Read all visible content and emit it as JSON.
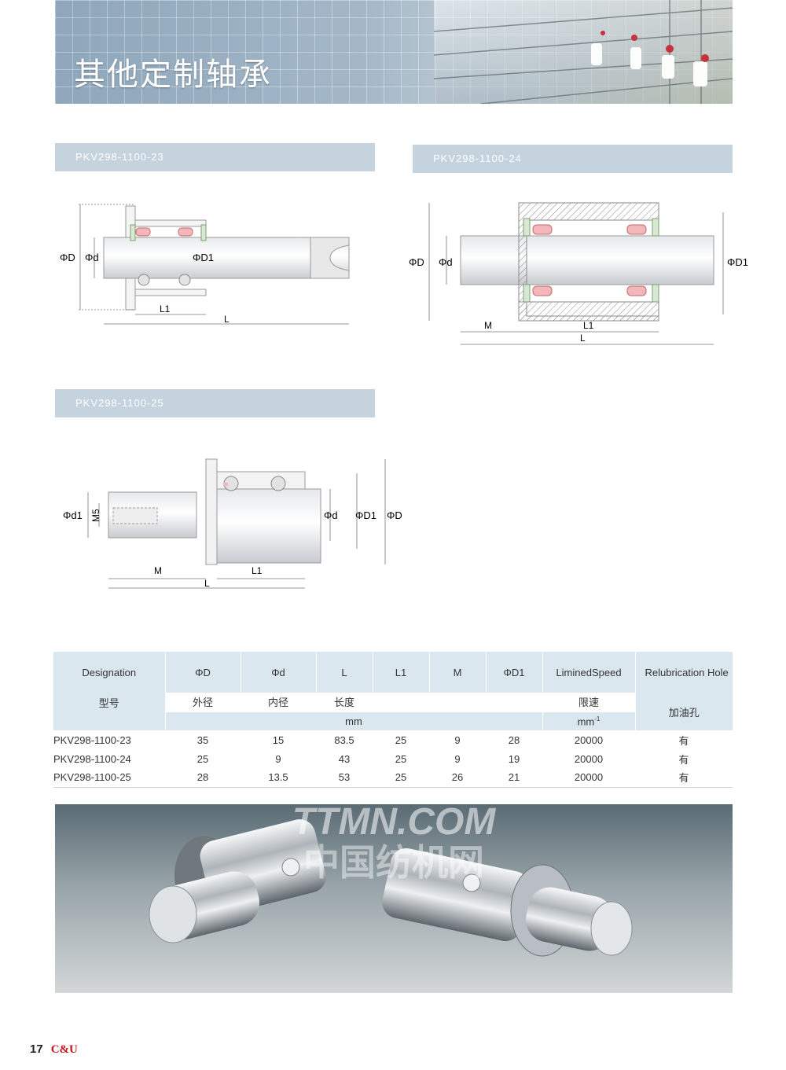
{
  "page": {
    "title": "其他定制轴承",
    "page_number": "17",
    "brand": "C&U",
    "watermark_line1": "TTMN.COM",
    "watermark_line2": "中国纺机网"
  },
  "drawings": [
    {
      "model": "PKV298-1100-23",
      "labels": {
        "D": "ΦD",
        "d": "Φd",
        "D1": "ΦD1",
        "L1": "L1",
        "L": "L"
      }
    },
    {
      "model": "PKV298-1100-24",
      "labels": {
        "D": "ΦD",
        "d": "Φd",
        "D1": "ΦD1",
        "M": "M",
        "L1": "L1",
        "L": "L"
      }
    },
    {
      "model": "PKV298-1100-25",
      "labels": {
        "d1": "Φd1",
        "M5": "M5",
        "d": "Φd",
        "D1": "ΦD1",
        "D": "ΦD",
        "M": "M",
        "L1": "L1",
        "L": "L"
      }
    }
  ],
  "table": {
    "headers": {
      "designation": "Designation",
      "designation_cn": "型号",
      "D": "ΦD",
      "D_cn": "外径",
      "d": "Φd",
      "d_cn": "内径",
      "L": "L",
      "L_cn": "长度",
      "L1": "L1",
      "M": "M",
      "D1": "ΦD1",
      "speed": "LiminedSpeed",
      "speed_cn": "限速",
      "hole": "Relubrication Hole",
      "hole_cn": "加油孔",
      "unit_mm": "mm",
      "unit_speed": "mm",
      "unit_speed_sup": "-1"
    },
    "rows": [
      {
        "designation": "PKV298-1100-23",
        "D": "35",
        "d": "15",
        "L": "83.5",
        "L1": "25",
        "M": "9",
        "D1": "28",
        "speed": "20000",
        "hole": "有"
      },
      {
        "designation": "PKV298-1100-24",
        "D": "25",
        "d": "9",
        "L": "43",
        "L1": "25",
        "M": "9",
        "D1": "19",
        "speed": "20000",
        "hole": "有"
      },
      {
        "designation": "PKV298-1100-25",
        "D": "28",
        "d": "13.5",
        "L": "53",
        "L1": "25",
        "M": "26",
        "D1": "21",
        "speed": "20000",
        "hole": "有"
      }
    ]
  },
  "colors": {
    "label_bar": "#c5d3de",
    "table_header": "#dbe7ef",
    "brand": "#c4161c"
  }
}
